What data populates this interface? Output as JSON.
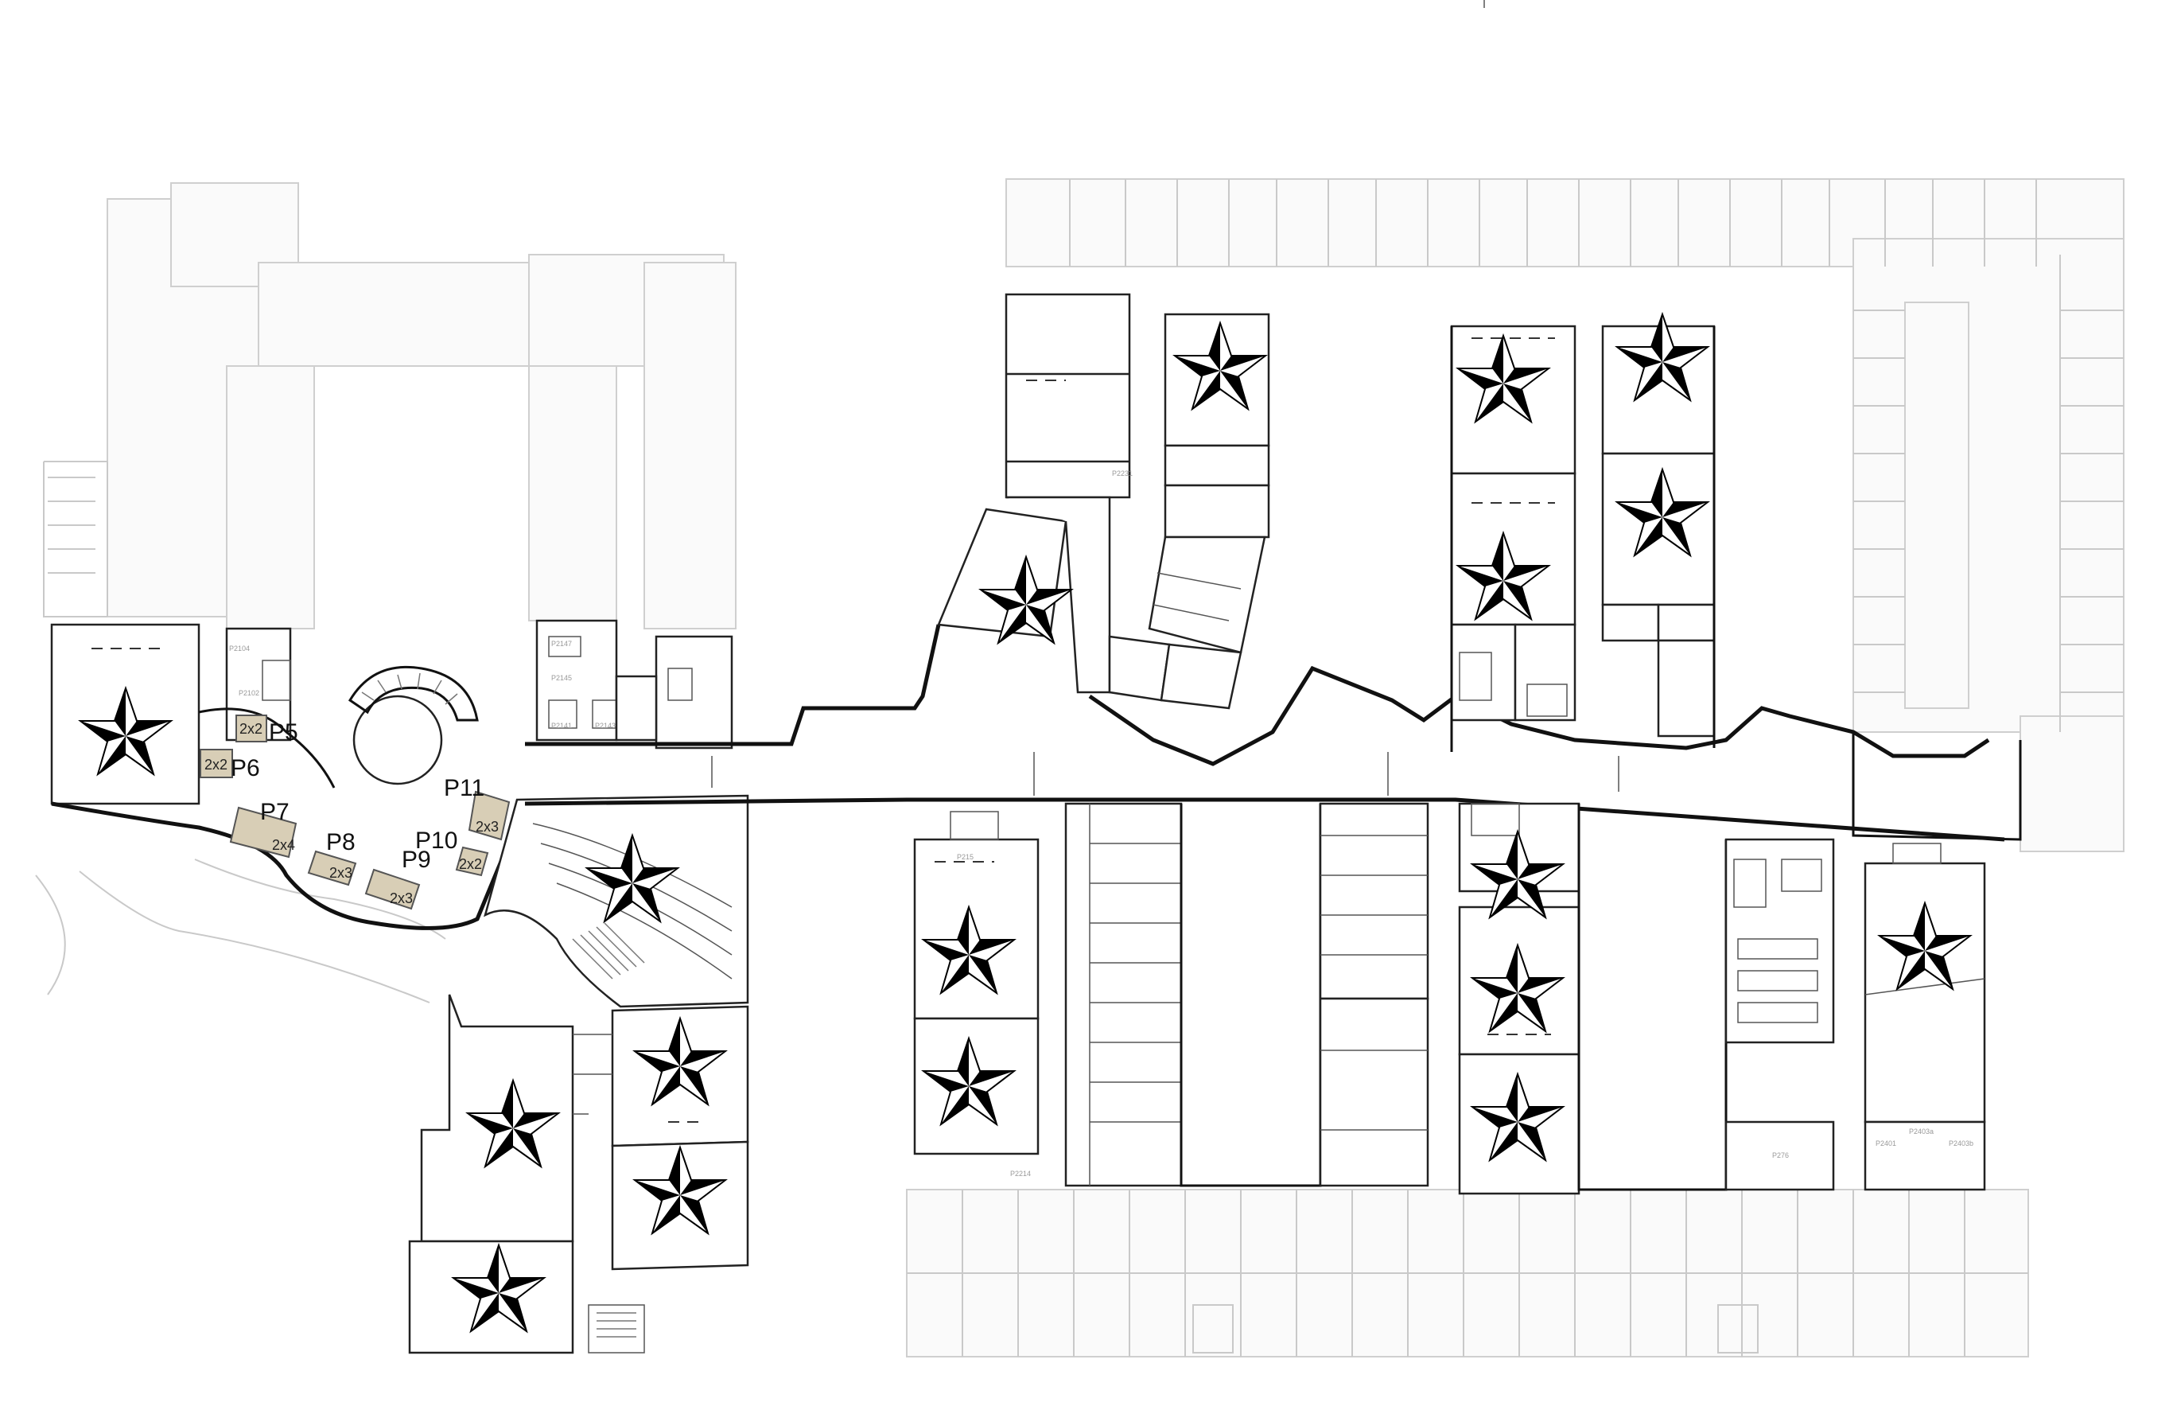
{
  "map": {
    "spaces": [
      {
        "label": "P5",
        "size": "2x2"
      },
      {
        "label": "P6",
        "size": "2x2"
      },
      {
        "label": "P7",
        "size": "2x4"
      },
      {
        "label": "P8",
        "size": "2x3"
      },
      {
        "label": "P9",
        "size": "2x3"
      },
      {
        "label": "P10",
        "size": "2x2"
      },
      {
        "label": "P11",
        "size": "2x3"
      }
    ],
    "room_numbers": [
      "P2104",
      "P2102",
      "P2147",
      "P2145",
      "P2141",
      "P2143",
      "P2231",
      "P215",
      "P2214",
      "P2401",
      "P2403a",
      "P2403b",
      "P276"
    ],
    "marker_icon": "star-icon",
    "colors": {
      "space_tag": "#d8ceb6",
      "walls": "#111111",
      "background_plan": "#c9c9c9"
    }
  }
}
